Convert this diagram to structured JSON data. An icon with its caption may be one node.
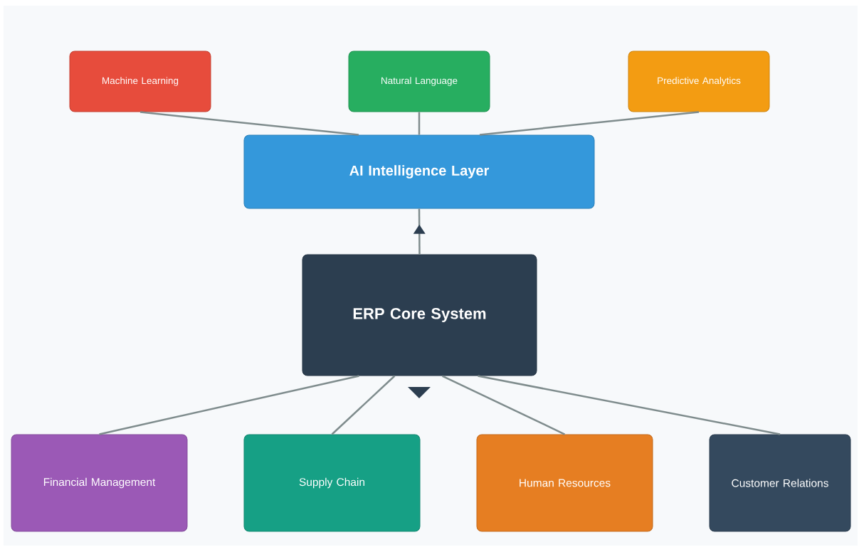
{
  "diagram": {
    "nodes": [
      {
        "text": [
          "Machine Learning"
        ]
      },
      {
        "text": [
          "Natural Language"
        ]
      },
      {
        "text": [
          "Predictive Analytics"
        ]
      },
      {
        "text": [
          "AI Intelligence Layer"
        ]
      },
      {
        "text": [
          "ERP Core System"
        ]
      },
      {
        "text": [
          "Financial Management"
        ]
      },
      {
        "text": [
          "Supply Chain"
        ]
      },
      {
        "text": [
          "Human Resources"
        ]
      },
      {
        "text": [
          "Customer Relations"
        ]
      }
    ],
    "edges": [
      {
        "from": 0,
        "to": 3,
        "arrow": "none"
      },
      {
        "from": 1,
        "to": 3,
        "arrow": "none"
      },
      {
        "from": 2,
        "to": 3,
        "arrow": "none"
      },
      {
        "from": 4,
        "to": 3,
        "arrow": "to"
      },
      {
        "from": 4,
        "to": 5,
        "arrow": "none"
      },
      {
        "from": 4,
        "to": 6,
        "arrow": "none"
      },
      {
        "from": 4,
        "to": 7,
        "arrow": "none"
      },
      {
        "from": 4,
        "to": 8,
        "arrow": "none"
      }
    ]
  }
}
